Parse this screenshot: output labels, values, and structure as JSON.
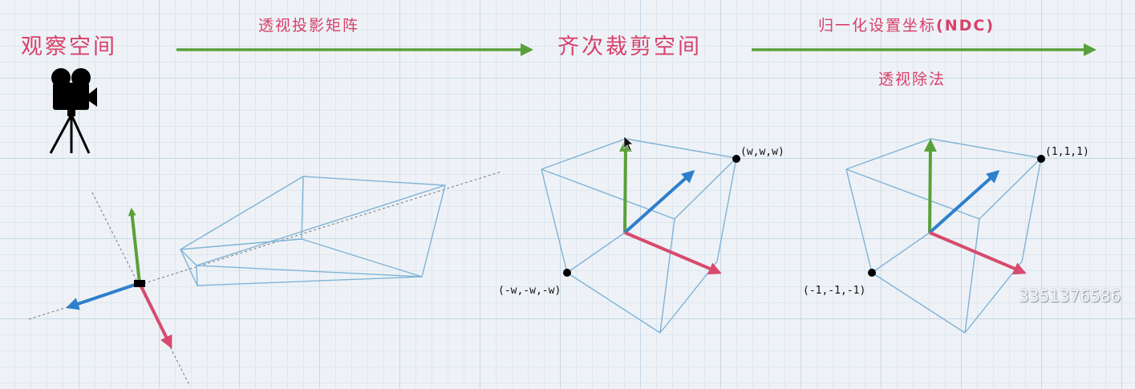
{
  "stages": {
    "view_space": "观察空间",
    "clip_space": "齐次裁剪空间"
  },
  "transforms": {
    "projection": "透视投影矩阵",
    "ndc_title_prefix": "归一化设置坐标",
    "ndc_title_suffix": "(NDC)",
    "perspective_divide": "透视除法"
  },
  "points": {
    "clip_max": "(w,w,w)",
    "clip_min": "(-w,-w,-w)",
    "ndc_max": "(1,1,1)",
    "ndc_min": "(-1,-1,-1)"
  },
  "watermark": "3351376586",
  "colors": {
    "label": "#d8406a",
    "arrow": "#5aa03a",
    "axis_up": "#5aa03a",
    "axis_forward": "#2e7fcc",
    "axis_right": "#d84a6e",
    "frustum_line": "#7fb3d6"
  },
  "icons": {
    "camera": "movie-camera-on-tripod-icon"
  }
}
